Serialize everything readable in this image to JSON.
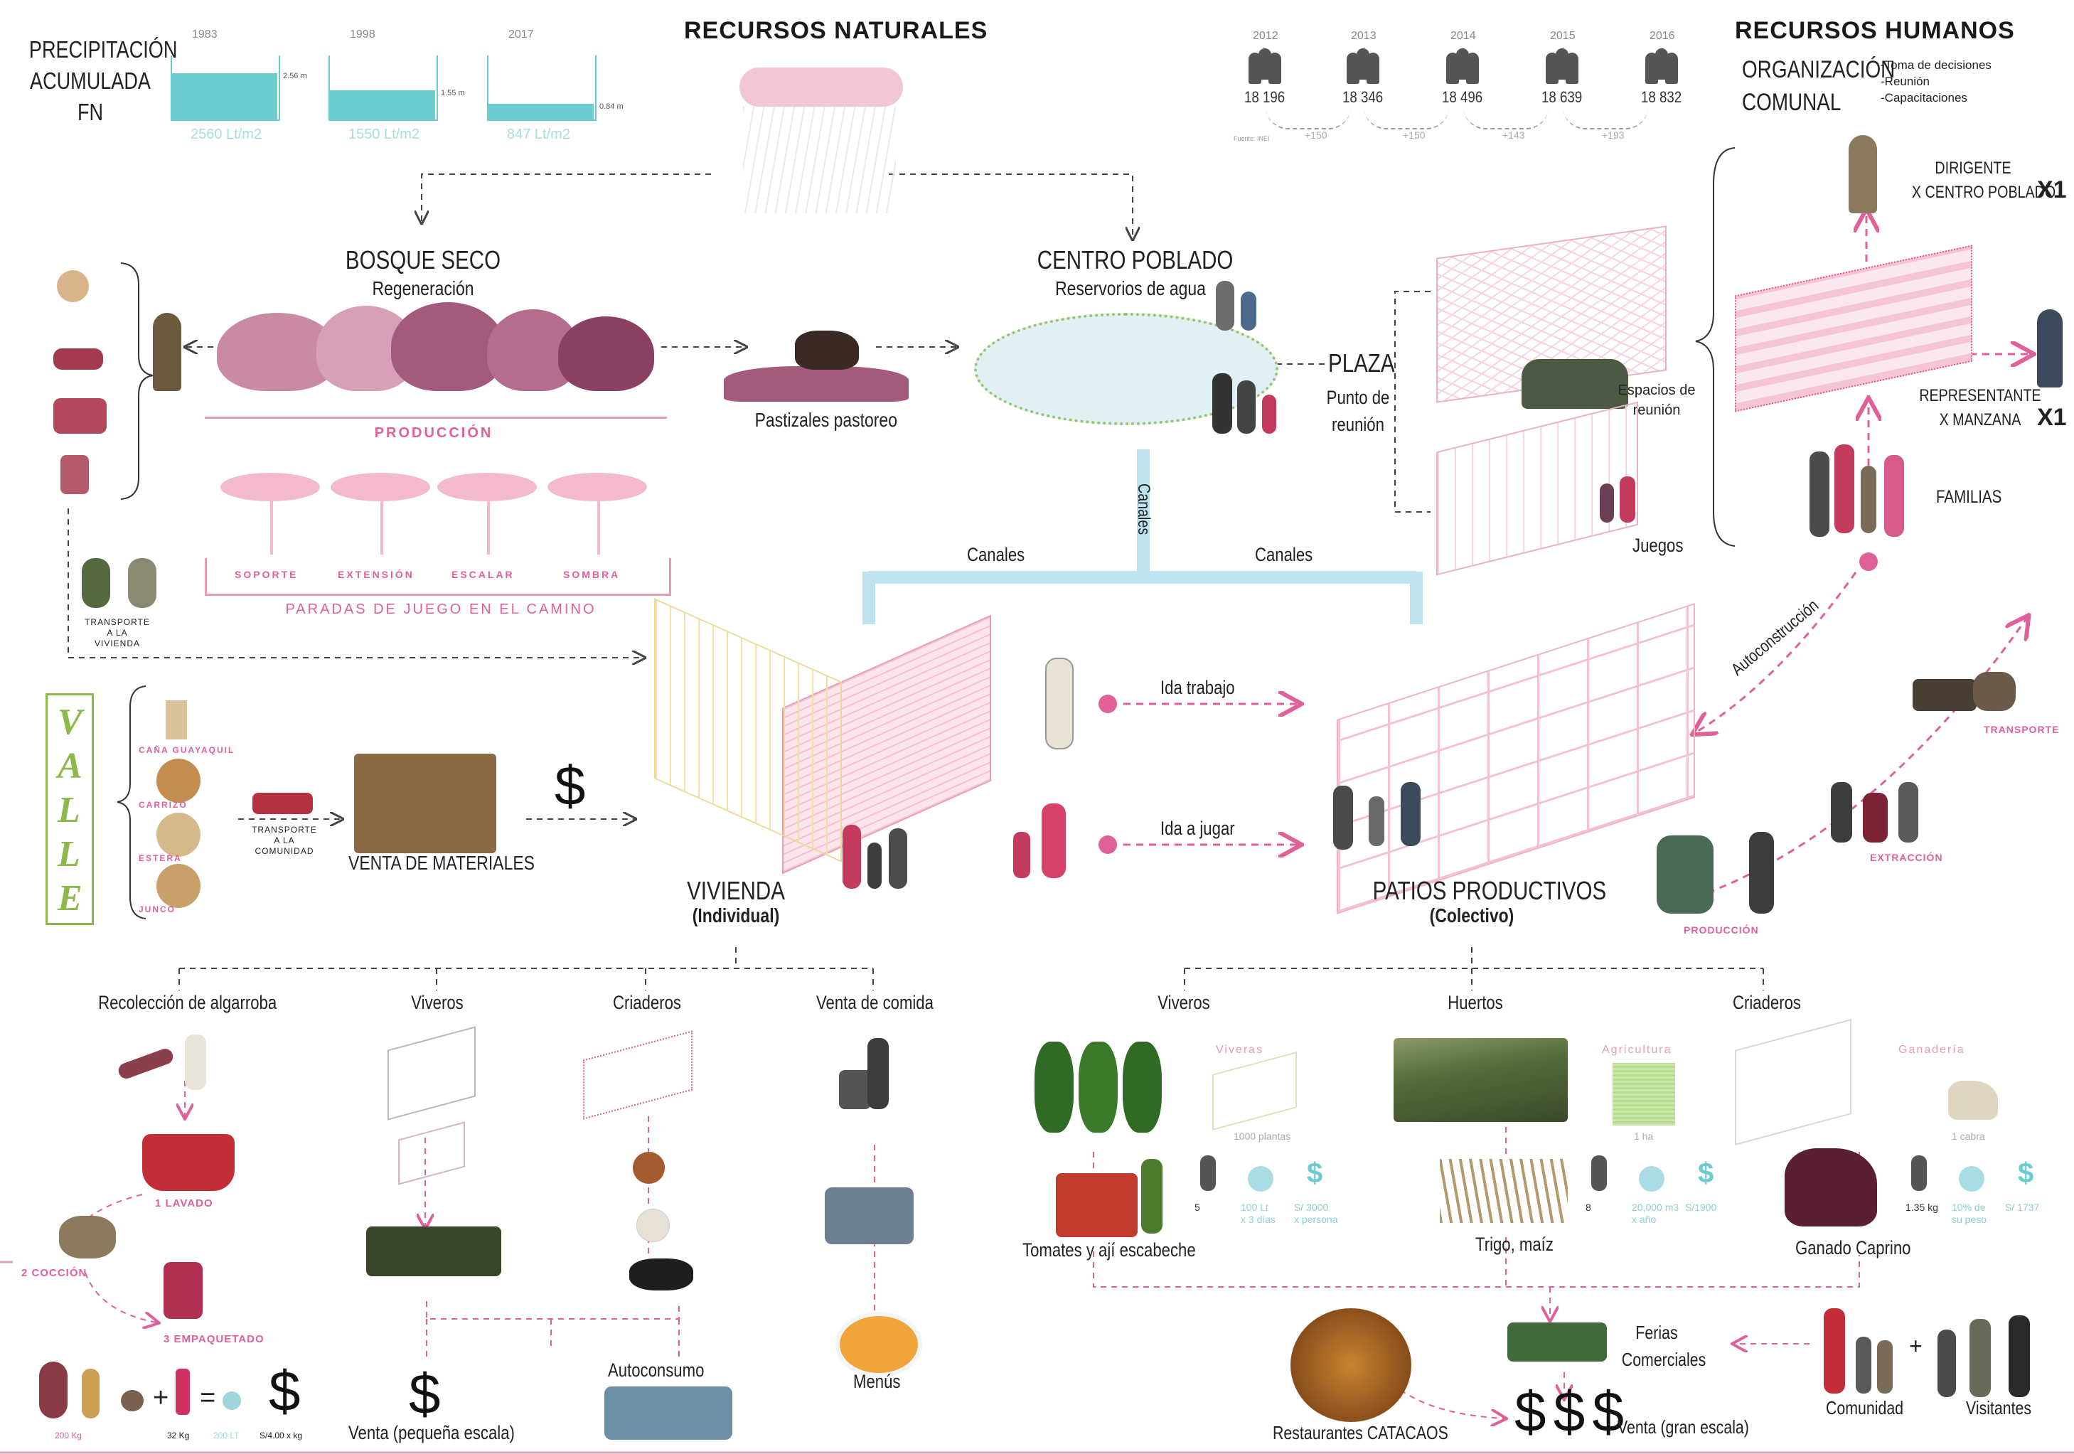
{
  "headers": {
    "natural": "RECURSOS NATURALES",
    "human": "RECURSOS HUMANOS",
    "org": "ORGANIZACIÓN\nCOMUNAL",
    "org_items": [
      "-Toma de decisiones",
      "-Reunión",
      "-Capacitaciones"
    ]
  },
  "precipitation": {
    "title_lines": [
      "PRECIPITACIÓN",
      "ACUMULADA",
      "FN"
    ],
    "years": [
      "1983",
      "1998",
      "2017"
    ],
    "heights_label": [
      "2.56 m",
      "1.55 m",
      "0.84 m"
    ],
    "values_label": [
      "2560 Lt/m2",
      "1550 Lt/m2",
      "847 Lt/m2"
    ],
    "fill_fraction": [
      0.72,
      0.45,
      0.24
    ]
  },
  "population": {
    "years": [
      "2012",
      "2013",
      "2014",
      "2015",
      "2016"
    ],
    "counts": [
      "18 196",
      "18 346",
      "18 496",
      "18 639",
      "18 832"
    ],
    "deltas": [
      "+150",
      "+150",
      "+143",
      "+193"
    ],
    "source": "Fuente: INEI"
  },
  "bosque": {
    "title": "BOSQUE SECO",
    "subtitle": "Regeneración",
    "produccion": "PRODUCCIÓN",
    "game_stops": [
      "SOPORTE",
      "EXTENSIÓN",
      "ESCALAR",
      "SOMBRA"
    ],
    "paradas": "PARADAS DE JUEGO EN EL CAMINO",
    "transporte": "TRANSPORTE\nA LA\nVIVIENDA"
  },
  "pastizales": "Pastizales pastoreo",
  "centro": {
    "title": "CENTRO POBLADO",
    "subtitle": "Reservorios de agua",
    "plaza": "PLAZA",
    "plaza_sub": "Punto de\nreunión",
    "espacios": "Espacios de\nreunión",
    "juegos": "Juegos",
    "canales_v": "Canales",
    "canales_l": "Canales",
    "canales_r": "Canales"
  },
  "org_chart": {
    "dirigente": "DIRIGENTE\nX CENTRO POBLADO",
    "dirigente_x": "X1",
    "representante": "REPRESENTANTE\nX MANZANA",
    "representante_x": "X1",
    "familias": "FAMILIAS",
    "autoconstruccion": "Autoconstrucción",
    "transporte": "TRANSPORTE",
    "extraccion": "EXTRACCIÓN",
    "produccion": "PRODUCCIÓN"
  },
  "valle": {
    "letters": [
      "V",
      "A",
      "L",
      "L",
      "E"
    ],
    "materials": [
      "CAÑA GUAYAQUIL",
      "CARRIZO",
      "ESTERA",
      "JUNCO"
    ],
    "transporte": "TRANSPORTE\nA LA\nCOMUNIDAD",
    "venta": "VENTA DE MATERIALES",
    "dollar": "$"
  },
  "vivienda": {
    "title": "VIVIENDA",
    "subtitle": "(Individual)",
    "ida_trabajo": "Ida trabajo",
    "ida_jugar": "Ida a jugar"
  },
  "patios": {
    "title": "PATIOS PRODUCTIVOS",
    "subtitle": "(Colectivo)"
  },
  "individual_branches": {
    "algarroba": {
      "title": "Recolección de algarroba",
      "steps": [
        "1 LAVADO",
        "2 COCCIÓN",
        "3 EMPAQUETADO"
      ],
      "equation": [
        "200 Kg",
        "32 Kg",
        "200 LT",
        "S/4.00 x kg"
      ],
      "dollar": "$"
    },
    "viveros": {
      "title": "Viveros",
      "venta": "Venta (pequeña escala)",
      "dollar": "$"
    },
    "criaderos": {
      "title": "Criaderos",
      "autoconsumo": "Autoconsumo"
    },
    "comida": {
      "title": "Venta de comida",
      "menus": "Menús"
    }
  },
  "collective_branches": {
    "viveros": {
      "title": "Viveros",
      "tag": "Viveras",
      "plants": "1000 plantas",
      "product": "Tomates y ají escabeche",
      "stats": [
        "5",
        "100 Lt\nx 3 días",
        "S/ 3000\nx persona"
      ]
    },
    "huertos": {
      "title": "Huertos",
      "tag": "Agricultura",
      "area": "1 ha",
      "product": "Trigo, maíz",
      "stats": [
        "8",
        "20,000 m3\nx año",
        "S/1900"
      ]
    },
    "criaderos": {
      "title": "Criaderos",
      "tag": "Ganadería",
      "unit": "1 cabra",
      "product": "Ganado Caprino",
      "stats": [
        "1.35 kg",
        "10% de\nsu peso",
        "S/ 1737"
      ]
    }
  },
  "market": {
    "ferias": "Ferias\nComerciales",
    "restaurantes": "Restaurantes CATACAOS",
    "venta": "Venta (gran escala)",
    "dollars": "$ $ $",
    "comunidad": "Comunidad",
    "visitantes": "Visitantes",
    "plus": "+"
  },
  "colors": {
    "pink": "#e0609a",
    "teal": "#6ccbd1",
    "lightblue": "#bfe3ee",
    "olive": "#8db84a"
  }
}
